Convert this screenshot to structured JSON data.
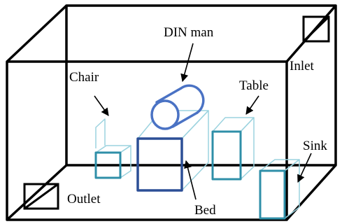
{
  "labels": {
    "din_man": "DIN man",
    "chair": "Chair",
    "table": "Table",
    "inlet": "Inlet",
    "sink": "Sink",
    "outlet": "Outlet",
    "bed": "Bed"
  },
  "colors": {
    "room": "#000000",
    "furniture": "#2f8fa8",
    "bed_front": "#2c4f96",
    "din_man": "#4a72c4",
    "furniture_edge": "#9cd3df"
  }
}
